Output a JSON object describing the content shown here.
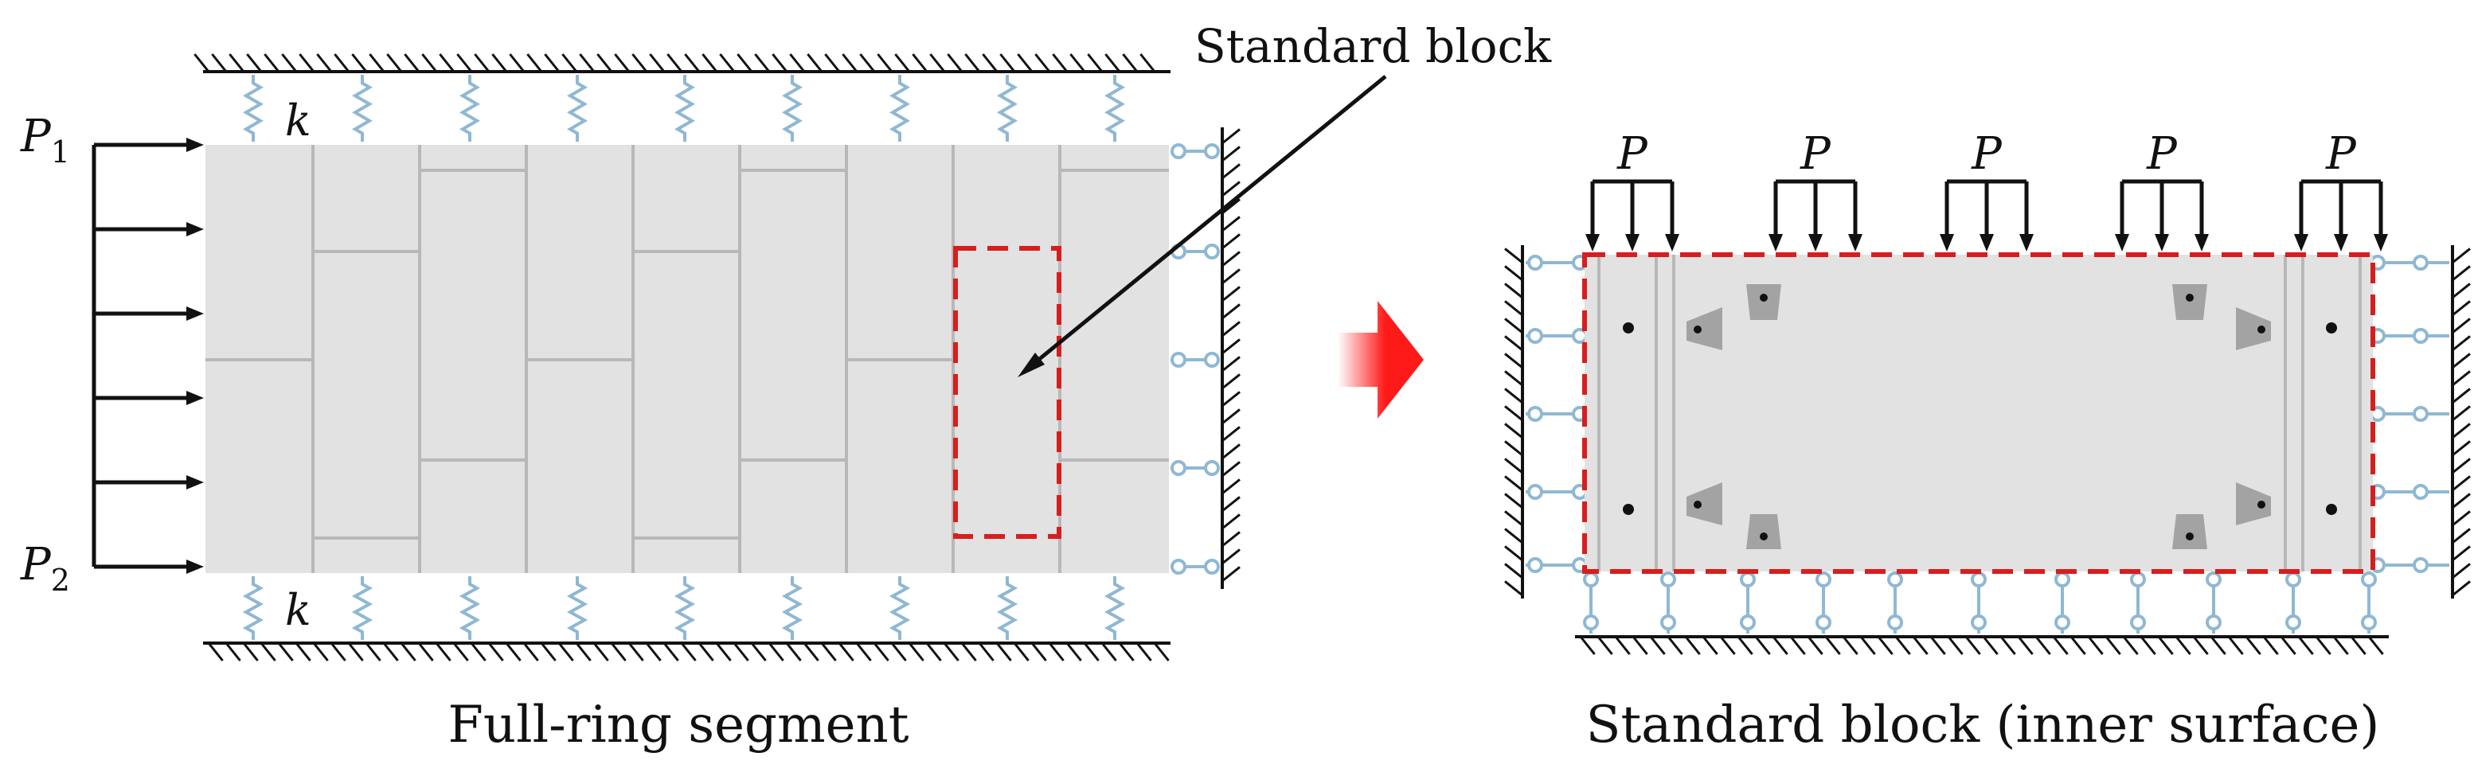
{
  "labels": {
    "standard_block": "Standard block",
    "full_ring_caption": "Full-ring segment",
    "standard_block_caption": "Standard block (inner surface)",
    "load_p1_letter": "P",
    "load_p1_sub": "1",
    "load_p2_letter": "P",
    "load_p2_sub": "2",
    "spring_top": "k",
    "spring_bottom": "k",
    "load_p": "P"
  },
  "colors": {
    "block_fill": "#e2e2e2",
    "block_joint": "#b8b8b8",
    "spring": "#8fb8d2",
    "highlight_box": "#d71e1e",
    "arrow_red": "#ff1a1a",
    "ink": "#111111",
    "bolt_pocket": "#a3a3a3"
  }
}
